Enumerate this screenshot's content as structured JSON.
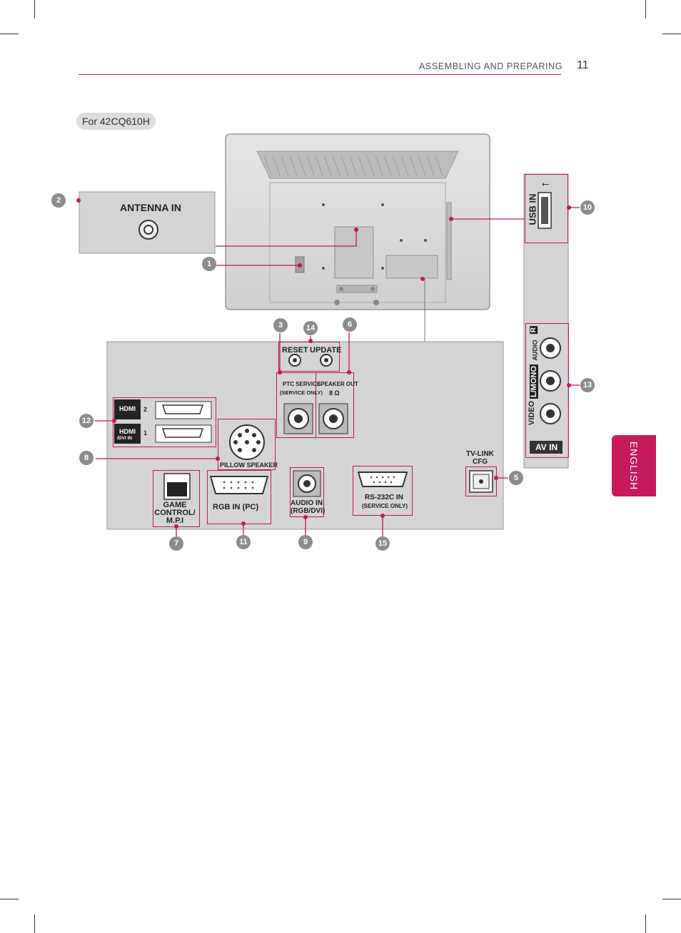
{
  "header": {
    "section_title": "ASSEMBLING AND PREPARING",
    "page_number": "11"
  },
  "model_label": "For 42CQ610H",
  "side_tab": "ENGLISH",
  "ports": {
    "antenna": "ANTENNA IN",
    "usb": "USB IN",
    "reset": "RESET",
    "update": "UPDATE",
    "ptc_service": "PTC SERVICE",
    "ptc_service_note": "(SERVICE ONLY)",
    "speaker_out": "SPEAKER OUT",
    "speaker_out_ohm": "8 Ω",
    "hdmi2": "HDMI",
    "hdmi2_num": "2",
    "hdmi1": "HDMI",
    "hdmi1_sub": "/DVI IN",
    "hdmi1_num": "1",
    "pillow_speaker": "PILLOW SPEAKER",
    "game_control": "GAME CONTROL/ M.P.I",
    "rgb_in": "RGB IN (PC)",
    "audio_in": "AUDIO IN",
    "audio_in_sub": "(RGB/DVI)",
    "rs232c": "RS-232C IN",
    "rs232c_sub": "(SERVICE ONLY)",
    "tvlink": "TV-LINK",
    "tvlink_sub": "CFG",
    "av_video": "VIDEO",
    "av_lmono": "L/MONO",
    "av_audio": "AUDIO",
    "av_r": "R",
    "av_in": "AV IN"
  },
  "callouts": [
    "1",
    "2",
    "3",
    "14",
    "6",
    "10",
    "13",
    "12",
    "8",
    "5",
    "7",
    "11",
    "9",
    "15"
  ],
  "colors": {
    "accent": "#c2185b",
    "tab": "#c8195d",
    "badge": "#8c8c8c",
    "panel": "#d4d4d4"
  }
}
